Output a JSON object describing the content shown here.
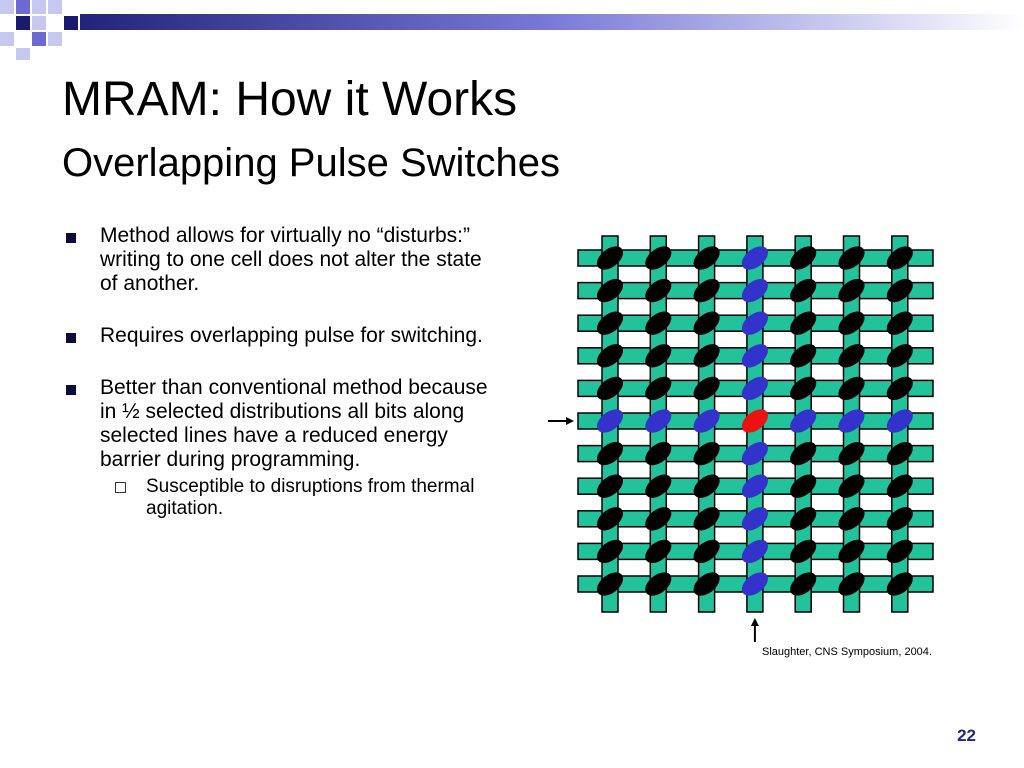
{
  "slide": {
    "title": "MRAM: How it Works",
    "subtitle": "Overlapping Pulse Switches",
    "bullets": [
      "Method allows for virtually no “disturbs:” writing to one cell does not alter the state of another.",
      "Requires overlapping pulse for switching.",
      "Better than conventional method because in ½ selected distributions all bits along selected lines have a reduced energy barrier during programming."
    ],
    "sub_bullets": [
      " Susceptible to disruptions from thermal agitation."
    ],
    "citation": "Slaughter, CNS Symposium, 2004.",
    "page_number": "22"
  },
  "figure": {
    "rows": 11,
    "cols": 7,
    "selected_row": 5,
    "selected_col": 3,
    "colors": {
      "line": "#22c39a",
      "line_border": "#000000",
      "bit_default": "#000000",
      "bit_half_selected": "#3333cc",
      "bit_selected": "#ee1111",
      "arrow": "#000000"
    }
  },
  "theme": {
    "deco_navy": "#1a1a6e",
    "deco_blue": "#6a6ad0",
    "deco_lavender": "#c8c8ee"
  }
}
